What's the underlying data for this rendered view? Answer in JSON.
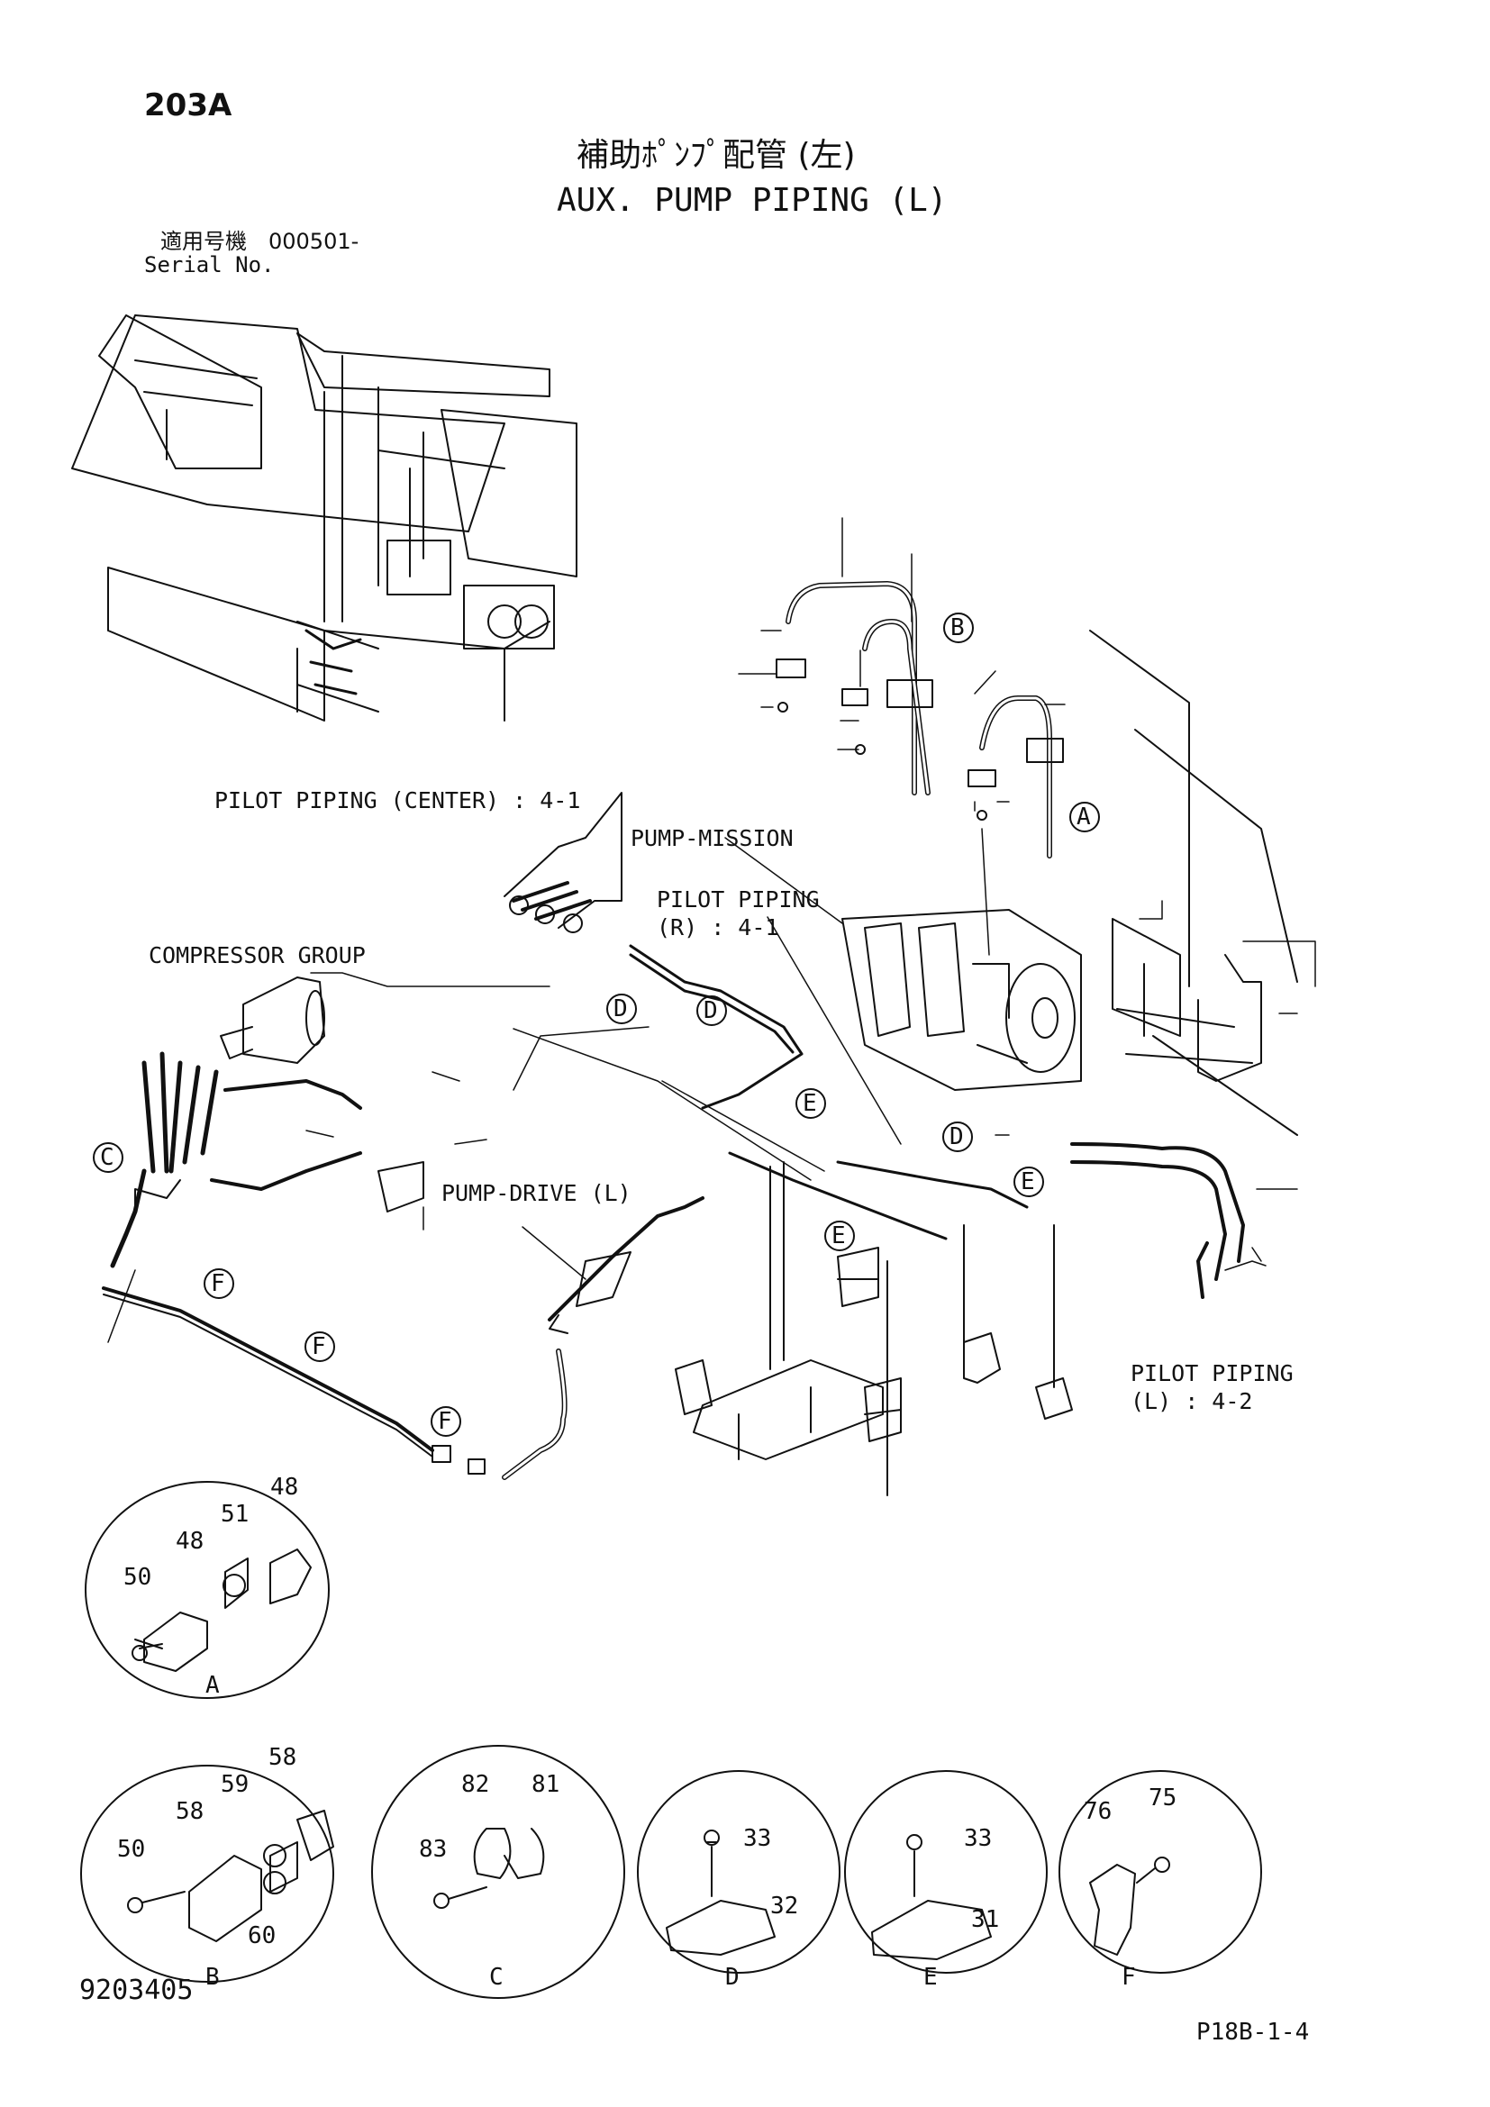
{
  "header": {
    "page_code": "203A",
    "title_jp": "補助ﾎﾟﾝﾌﾟ配管 (左)",
    "title_en": "AUX. PUMP PIPING (L)",
    "serial_jp": "適用号機　000501-",
    "serial_en": "Serial No."
  },
  "labels": {
    "pilot_center": "PILOT PIPING (CENTER) : 4-1",
    "pump_mission": "PUMP-MISSION",
    "pilot_r_1": "PILOT PIPING",
    "pilot_r_2": "(R) : 4-1",
    "compressor": "COMPRESSOR GROUP",
    "pump_drive": "PUMP-DRIVE (L)",
    "pilot_l_1": "PILOT PIPING",
    "pilot_l_2": "(L) : 4-2"
  },
  "callouts": [
    "A",
    "B",
    "C",
    "D",
    "E",
    "F"
  ],
  "detail_views": [
    {
      "letter": "A",
      "parts": [
        "48",
        "51",
        "48",
        "50"
      ]
    },
    {
      "letter": "B",
      "parts": [
        "58",
        "59",
        "58",
        "50",
        "60"
      ]
    },
    {
      "letter": "C",
      "parts": [
        "82",
        "81",
        "83"
      ]
    },
    {
      "letter": "D",
      "parts": [
        "33",
        "32"
      ]
    },
    {
      "letter": "E",
      "parts": [
        "33",
        "31"
      ]
    },
    {
      "letter": "F",
      "parts": [
        "76",
        "75"
      ]
    }
  ],
  "footer": {
    "doc_number": "9203405",
    "page_ref": "P18B-1-4"
  }
}
